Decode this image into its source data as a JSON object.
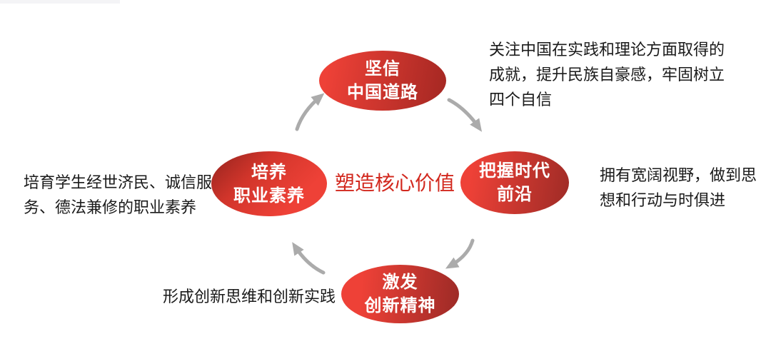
{
  "diagram": {
    "center_label": "塑造核心价值",
    "nodes": {
      "top": {
        "lines": [
          "坚信",
          "中国道路"
        ]
      },
      "right": {
        "lines": [
          "把握时代",
          "前沿"
        ]
      },
      "bottom": {
        "lines": [
          "激发",
          "创新精神"
        ]
      },
      "left": {
        "lines": [
          "培养",
          "职业素养"
        ]
      }
    },
    "annotations": {
      "top_right": {
        "lines": [
          "关注中国在实践和理论方面取得的",
          "成就，提升民族自豪感，牢固树立",
          "四个自信"
        ]
      },
      "right": {
        "lines": [
          "拥有宽阔视野，做到思",
          "想和行动与时俱进"
        ]
      },
      "left": {
        "lines": [
          "培育学生经世济民、诚信服",
          "务、德法兼修的职业素养"
        ]
      },
      "bottom": {
        "lines": [
          "形成创新思维和创新实践"
        ]
      }
    },
    "colors": {
      "node_bright_red": "#ee4137",
      "node_dark_red": "#9e2a25",
      "center_text_red": "#d2281e",
      "arrow_gray": "#ababab",
      "annotation_text": "#1a1a1a"
    }
  }
}
